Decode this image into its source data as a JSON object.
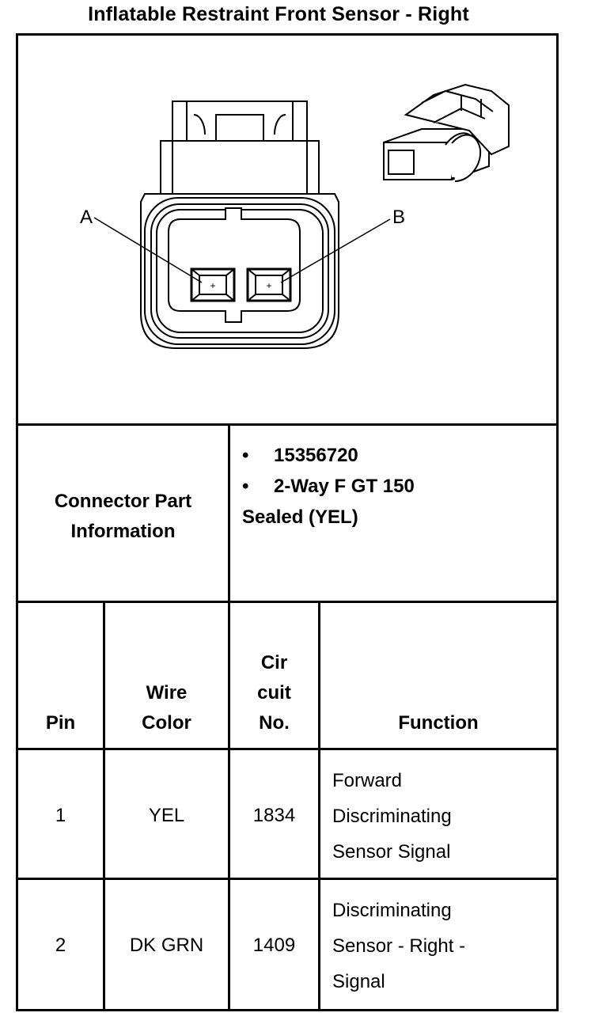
{
  "title": "Inflatable Restraint Front Sensor - Right",
  "diagram": {
    "pin_label_a": "A",
    "pin_label_b": "B",
    "pin_a_mark": "+",
    "pin_b_mark": "+"
  },
  "connector_info": {
    "label_line1": "Connector Part",
    "label_line2": "Information",
    "items": [
      "15356720",
      "2-Way F GT 150"
    ],
    "continuation": "Sealed (YEL)",
    "bullet": "•"
  },
  "table": {
    "headers": {
      "pin": "Pin",
      "wire_color_1": "Wire",
      "wire_color_2": "Color",
      "circuit_1": "Cir",
      "circuit_2": "cuit",
      "circuit_3": "No.",
      "function": "Function"
    },
    "rows": [
      {
        "pin": "1",
        "wire_color": "YEL",
        "circuit": "1834",
        "function_lines": [
          "Forward",
          "Discriminating",
          "Sensor Signal"
        ]
      },
      {
        "pin": "2",
        "wire_color": "DK GRN",
        "circuit": "1409",
        "function_lines": [
          "Discriminating",
          "Sensor - Right -",
          "Signal"
        ]
      }
    ]
  }
}
